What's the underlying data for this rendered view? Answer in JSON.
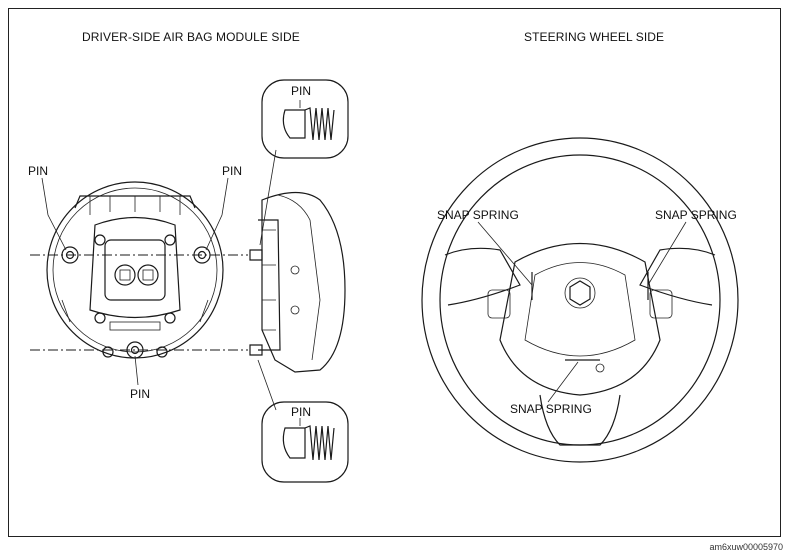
{
  "headings": {
    "left": "DRIVER-SIDE AIR BAG MODULE SIDE",
    "right": "STEERING WHEEL SIDE"
  },
  "labels": {
    "pin_left": "PIN",
    "pin_right": "PIN",
    "pin_bottom": "PIN",
    "pin_detail_top": "PIN",
    "pin_detail_bottom": "PIN",
    "snap_spring_left": "SNAP SPRING",
    "snap_spring_right": "SNAP SPRING",
    "snap_spring_bottom": "SNAP SPRING"
  },
  "figure_code": "am6xuw00005970"
}
